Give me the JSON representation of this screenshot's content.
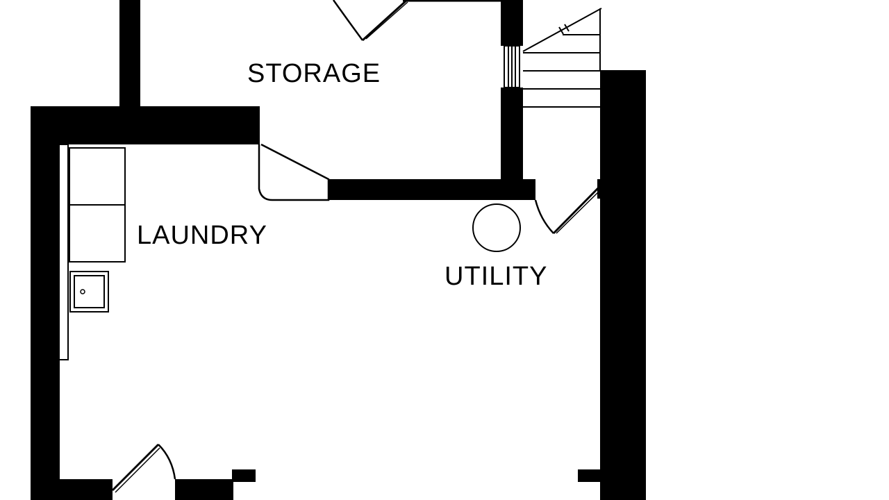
{
  "plan": {
    "rooms": [
      {
        "id": "storage",
        "label": "STORAGE"
      },
      {
        "id": "laundry",
        "label": "LAUNDRY"
      },
      {
        "id": "utility",
        "label": "UTILITY"
      }
    ]
  }
}
